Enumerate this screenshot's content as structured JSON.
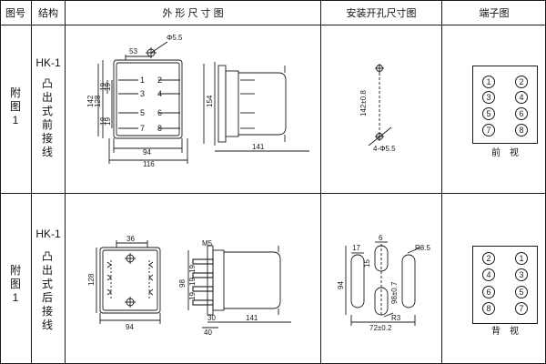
{
  "header": {
    "col_no": "图号",
    "col_structure": "结构",
    "col_dimensions": "外 形 尺 寸 图",
    "col_mounting": "安装开孔尺寸图",
    "col_terminal": "端子图"
  },
  "rows": [
    {
      "fig_chars": [
        "附",
        "图",
        "1"
      ],
      "model": "HK-1",
      "structure_chars": [
        "凸",
        "出",
        "式",
        "前",
        "接",
        "线"
      ],
      "outline": {
        "dim_top": "53",
        "dim_hole": "Φ5.5",
        "dim_h1": "142",
        "dim_h2": "128",
        "dim_19a": "19",
        "dim_19b": "19",
        "dim_19c": "19",
        "dim_19d": "19",
        "dim_w1": "94",
        "dim_w2": "116",
        "dim_side_h": "154",
        "dim_side_w": "141",
        "pins": [
          "1",
          "2",
          "3",
          "4",
          "5",
          "6",
          "7",
          "8"
        ]
      },
      "mounting": {
        "dim_v": "142±0.8",
        "dim_hole": "4-Φ5.5"
      },
      "terminal": {
        "labels": [
          "1",
          "2",
          "3",
          "4",
          "5",
          "6",
          "7",
          "8"
        ],
        "caption": "前　视"
      }
    },
    {
      "fig_chars": [
        "附",
        "图",
        "1"
      ],
      "model": "HK-1",
      "structure_chars": [
        "凸",
        "出",
        "式",
        "后",
        "接",
        "线"
      ],
      "outline": {
        "dim_top": "36",
        "dim_h": "128",
        "dim_w": "94",
        "dim_m5": "M5",
        "dim_98": "98",
        "dim_19a": "19",
        "dim_19b": "19",
        "dim_19c": "19",
        "dim_30": "30",
        "dim_40": "40",
        "dim_141": "141"
      },
      "mounting": {
        "dim_17": "17",
        "dim_6": "6",
        "dim_r85": "R8.5",
        "dim_15": "15",
        "dim_94": "94",
        "dim_98": "98±0.7",
        "dim_r3": "R3",
        "dim_72": "72±0.2"
      },
      "terminal": {
        "labels": [
          "2",
          "1",
          "4",
          "3",
          "6",
          "5",
          "8",
          "7"
        ],
        "caption": "背　视"
      }
    }
  ],
  "colors": {
    "line": "#1a1a1a",
    "background": "#ffffff"
  }
}
